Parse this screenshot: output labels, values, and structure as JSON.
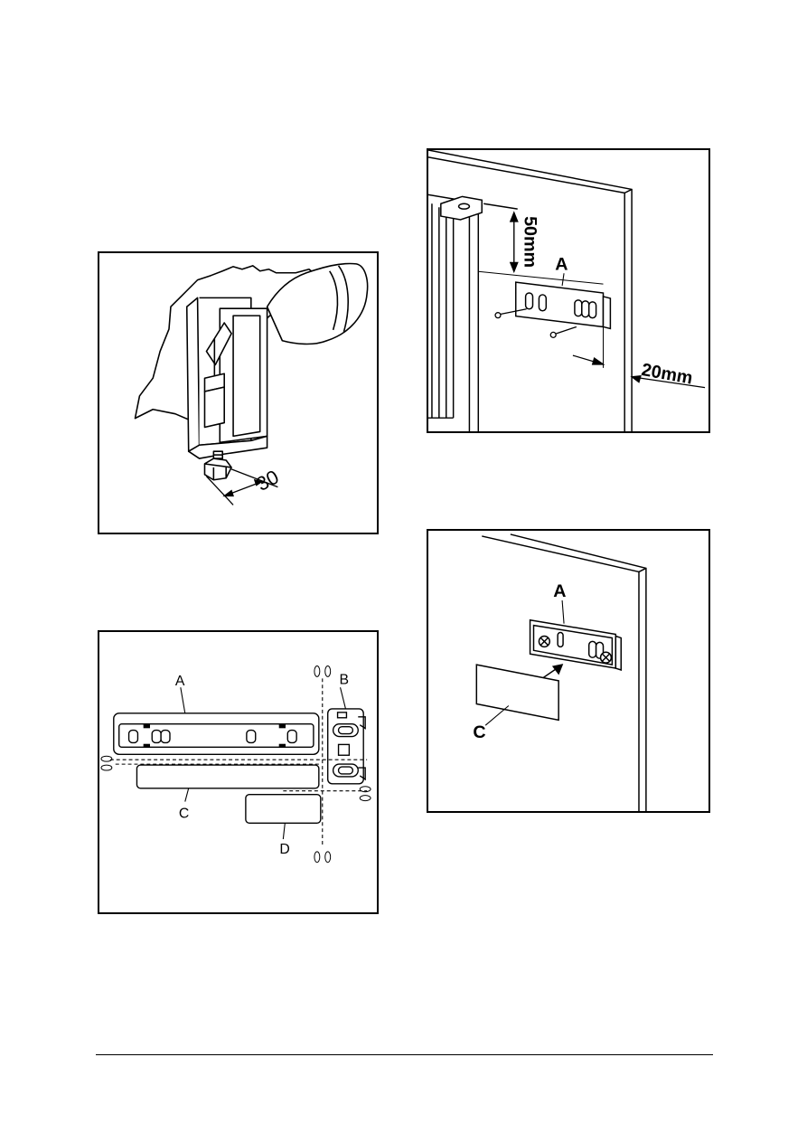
{
  "figures": {
    "leveling_foot": {
      "dimension_label": "30"
    },
    "bracket_parts": {
      "label_a": "A",
      "label_b": "B",
      "label_c": "C",
      "label_d": "D"
    },
    "bracket_mounting": {
      "top_offset_label": "50mm",
      "side_offset_label": "20mm",
      "label_a": "A"
    },
    "cover_fitting": {
      "label_a": "A",
      "label_c": "C"
    }
  }
}
